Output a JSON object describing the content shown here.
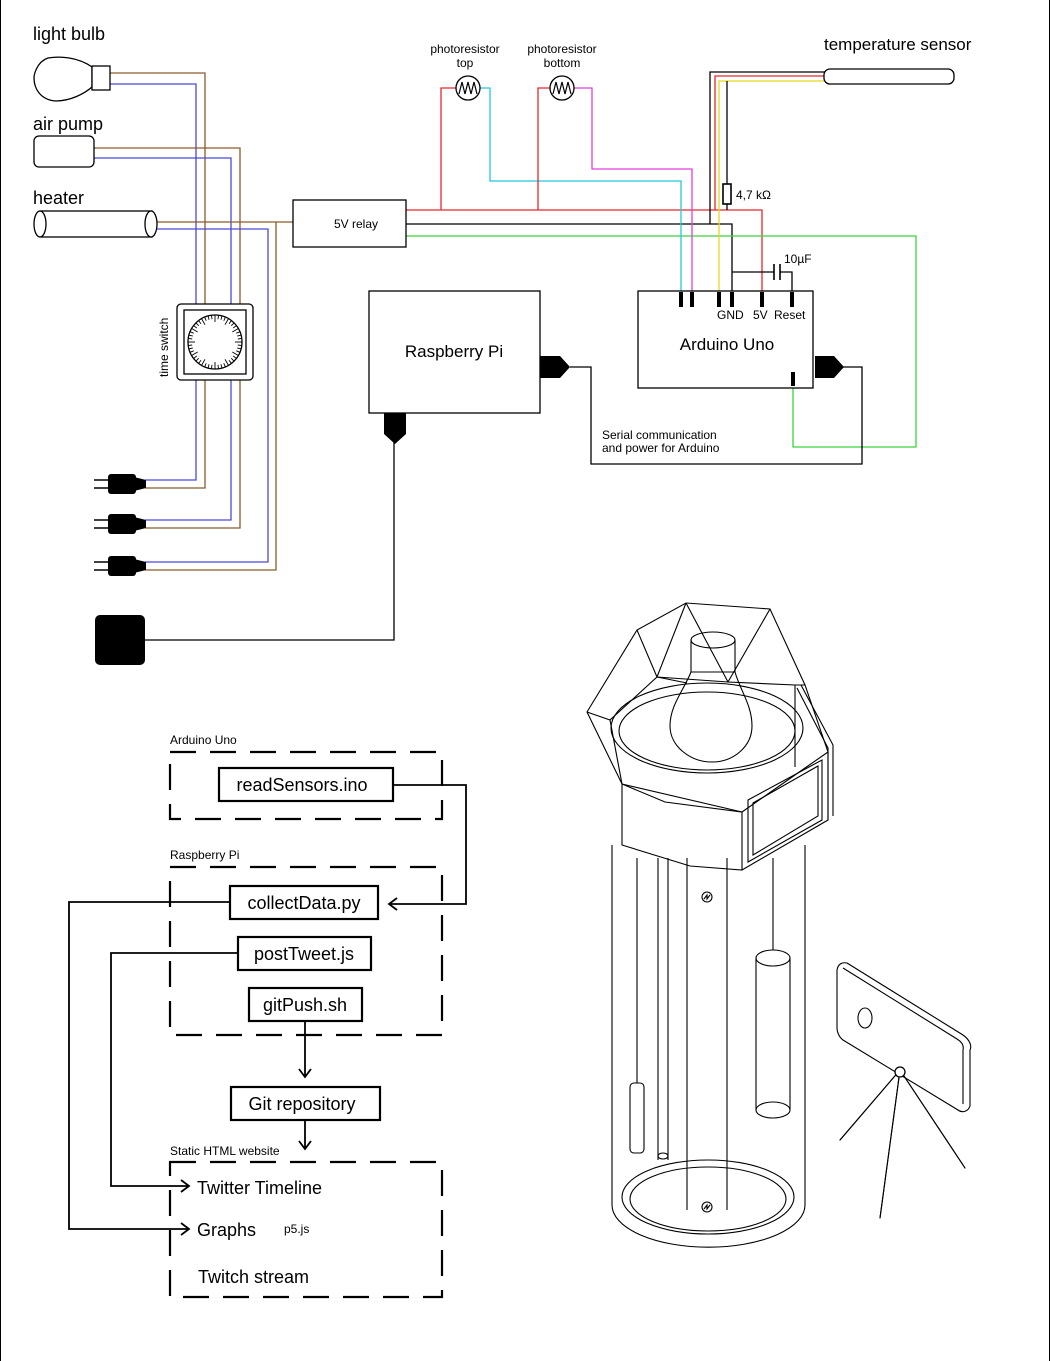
{
  "colors": {
    "red": "#e8272b",
    "brown": "#8b5a2b",
    "blue": "#4a4ad6",
    "cyan": "#24c8e0",
    "magenta": "#e040e0",
    "yellow": "#e8d820",
    "green": "#3ad43a",
    "black": "#000000"
  },
  "hardware": {
    "light_bulb": "light bulb",
    "air_pump": "air pump",
    "heater": "heater",
    "time_switch": "time switch",
    "relay": "5V relay",
    "photoresistor_top": [
      "photoresistor",
      "top"
    ],
    "photoresistor_bottom": [
      "photoresistor",
      "bottom"
    ],
    "temperature_sensor": "temperature sensor",
    "resistor": "4,7 kΩ",
    "capacitor": "10µF",
    "pin_gnd": "GND",
    "pin_5v": "5V",
    "pin_reset": "Reset",
    "raspberry_pi": "Raspberry Pi",
    "arduino": "Arduino Uno",
    "serial_note": [
      "Serial communication",
      "and power for Arduino"
    ]
  },
  "software": {
    "arduino_group": "Arduino Uno",
    "pi_group": "Raspberry Pi",
    "website_group": "Static HTML website",
    "read_sensors": "readSensors.ino",
    "collect_data": "collectData.py",
    "post_tweet": "postTweet.js",
    "git_push": "gitPush.sh",
    "git_repo": "Git repository",
    "twitter_timeline": "Twitter Timeline",
    "graphs": "Graphs",
    "p5js": "p5.js",
    "twitch_stream": "Twitch stream"
  }
}
